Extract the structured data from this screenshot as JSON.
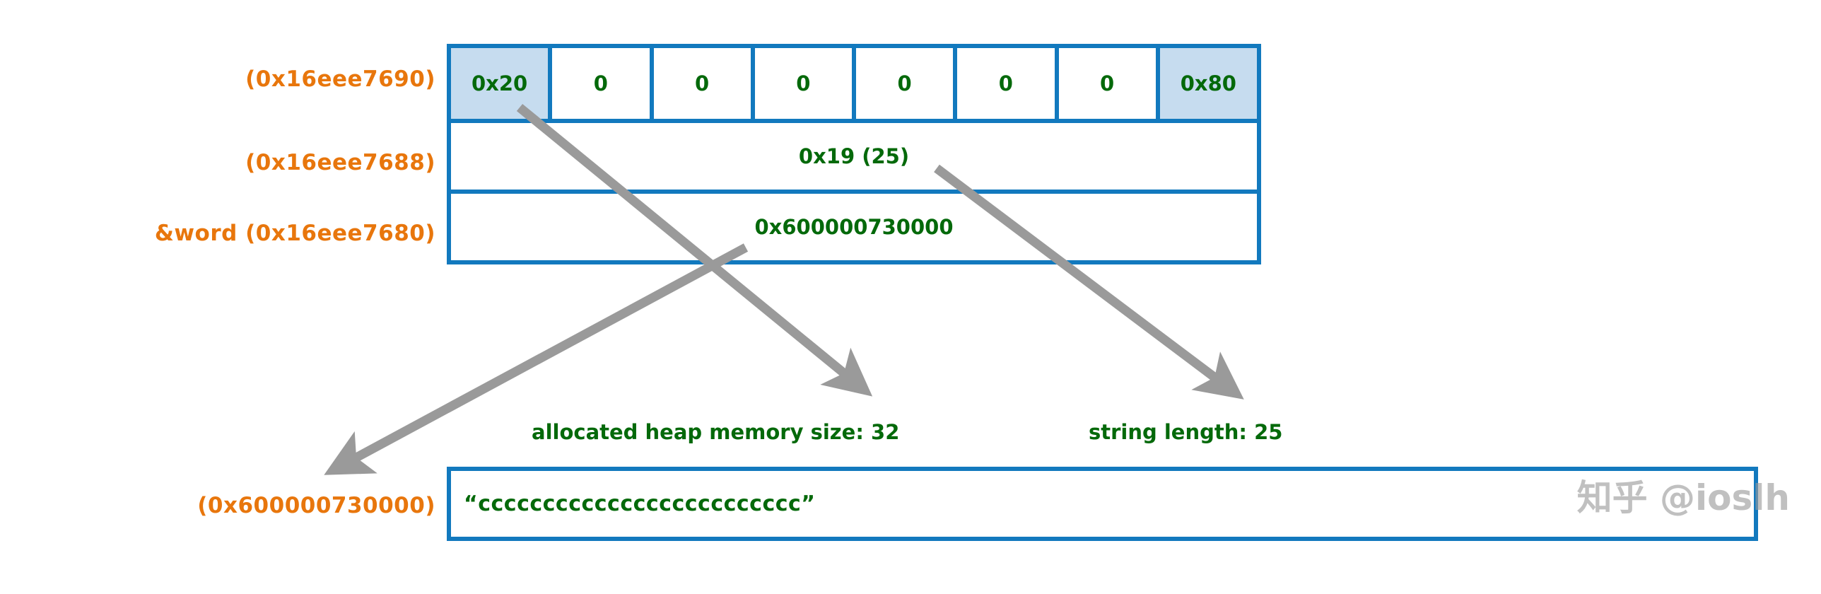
{
  "diagram": {
    "title": "Swift String memory layout diagram",
    "colors": {
      "box_border": "#1279BE",
      "cell_highlight": "#C6DCEF",
      "address_text": "#E8760C",
      "value_text": "#04690A",
      "arrow": "#9A9A9A",
      "background": "#FFFFFF"
    }
  },
  "stack": {
    "rows": [
      {
        "label": "(0x16eee7690)",
        "kind": "bytes",
        "cells": [
          {
            "value": "0x20",
            "highlighted": true
          },
          {
            "value": "0",
            "highlighted": false
          },
          {
            "value": "0",
            "highlighted": false
          },
          {
            "value": "0",
            "highlighted": false
          },
          {
            "value": "0",
            "highlighted": false
          },
          {
            "value": "0",
            "highlighted": false
          },
          {
            "value": "0",
            "highlighted": false
          },
          {
            "value": "0x80",
            "highlighted": true
          }
        ]
      },
      {
        "label": "(0x16eee7688)",
        "kind": "wide",
        "value": "0x19 (25)"
      },
      {
        "label": "&word (0x16eee7680)",
        "kind": "wide",
        "value": "0x600000730000"
      }
    ]
  },
  "annotations": [
    {
      "text": "allocated heap memory size: 32"
    },
    {
      "text": "string length: 25"
    }
  ],
  "heap": {
    "label": "(0x600000730000)",
    "string": "“ccccccccccccccccccccccccc”"
  },
  "watermark": {
    "text": "知乎 @ioslh"
  }
}
